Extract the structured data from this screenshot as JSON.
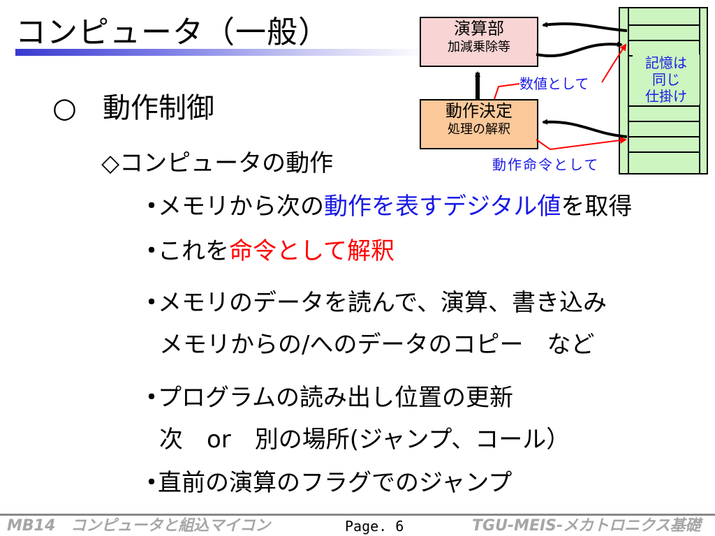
{
  "title": "コンピュータ（一般）",
  "heading": {
    "marker": "○",
    "text": "動作制御"
  },
  "subheading": "◇コンピュータの動作",
  "bullet_marker": "・",
  "bullets": [
    {
      "parts": [
        "メモリから次の",
        "動作を表すデジタル値",
        "を取得"
      ]
    },
    {
      "parts": [
        "これを",
        "命令として解釈"
      ]
    },
    {
      "parts": [
        "メモリのデータを読んで、演算、書き込み"
      ],
      "cont": "メモリからの/へのデータのコピー　など"
    },
    {
      "parts": [
        "プログラムの読み出し位置の更新"
      ],
      "cont": "次　or　別の場所(ジャンプ、コール）"
    },
    {
      "parts": [
        "直前の演算のフラグでのジャンプ"
      ]
    }
  ],
  "diagram": {
    "alu": {
      "title": "演算部",
      "subtitle": "加減乗除等"
    },
    "control": {
      "title": "動作決定",
      "subtitle": "処理の解釈"
    },
    "memory_lines": [
      "記憶は",
      "同じ",
      "仕掛け"
    ],
    "label_as_number": "数値として",
    "label_as_instruction": "動作命令として"
  },
  "colors": {
    "emphasis_blue": "#1a1ae6",
    "emphasis_red": "#ff0000",
    "footer_gray": "#a6a6a6"
  },
  "footer": {
    "left": "MB14　コンピュータと組込マイコン",
    "page": "Page. 6",
    "right": "TGU-MEIS-メカトロニクス基礎"
  }
}
